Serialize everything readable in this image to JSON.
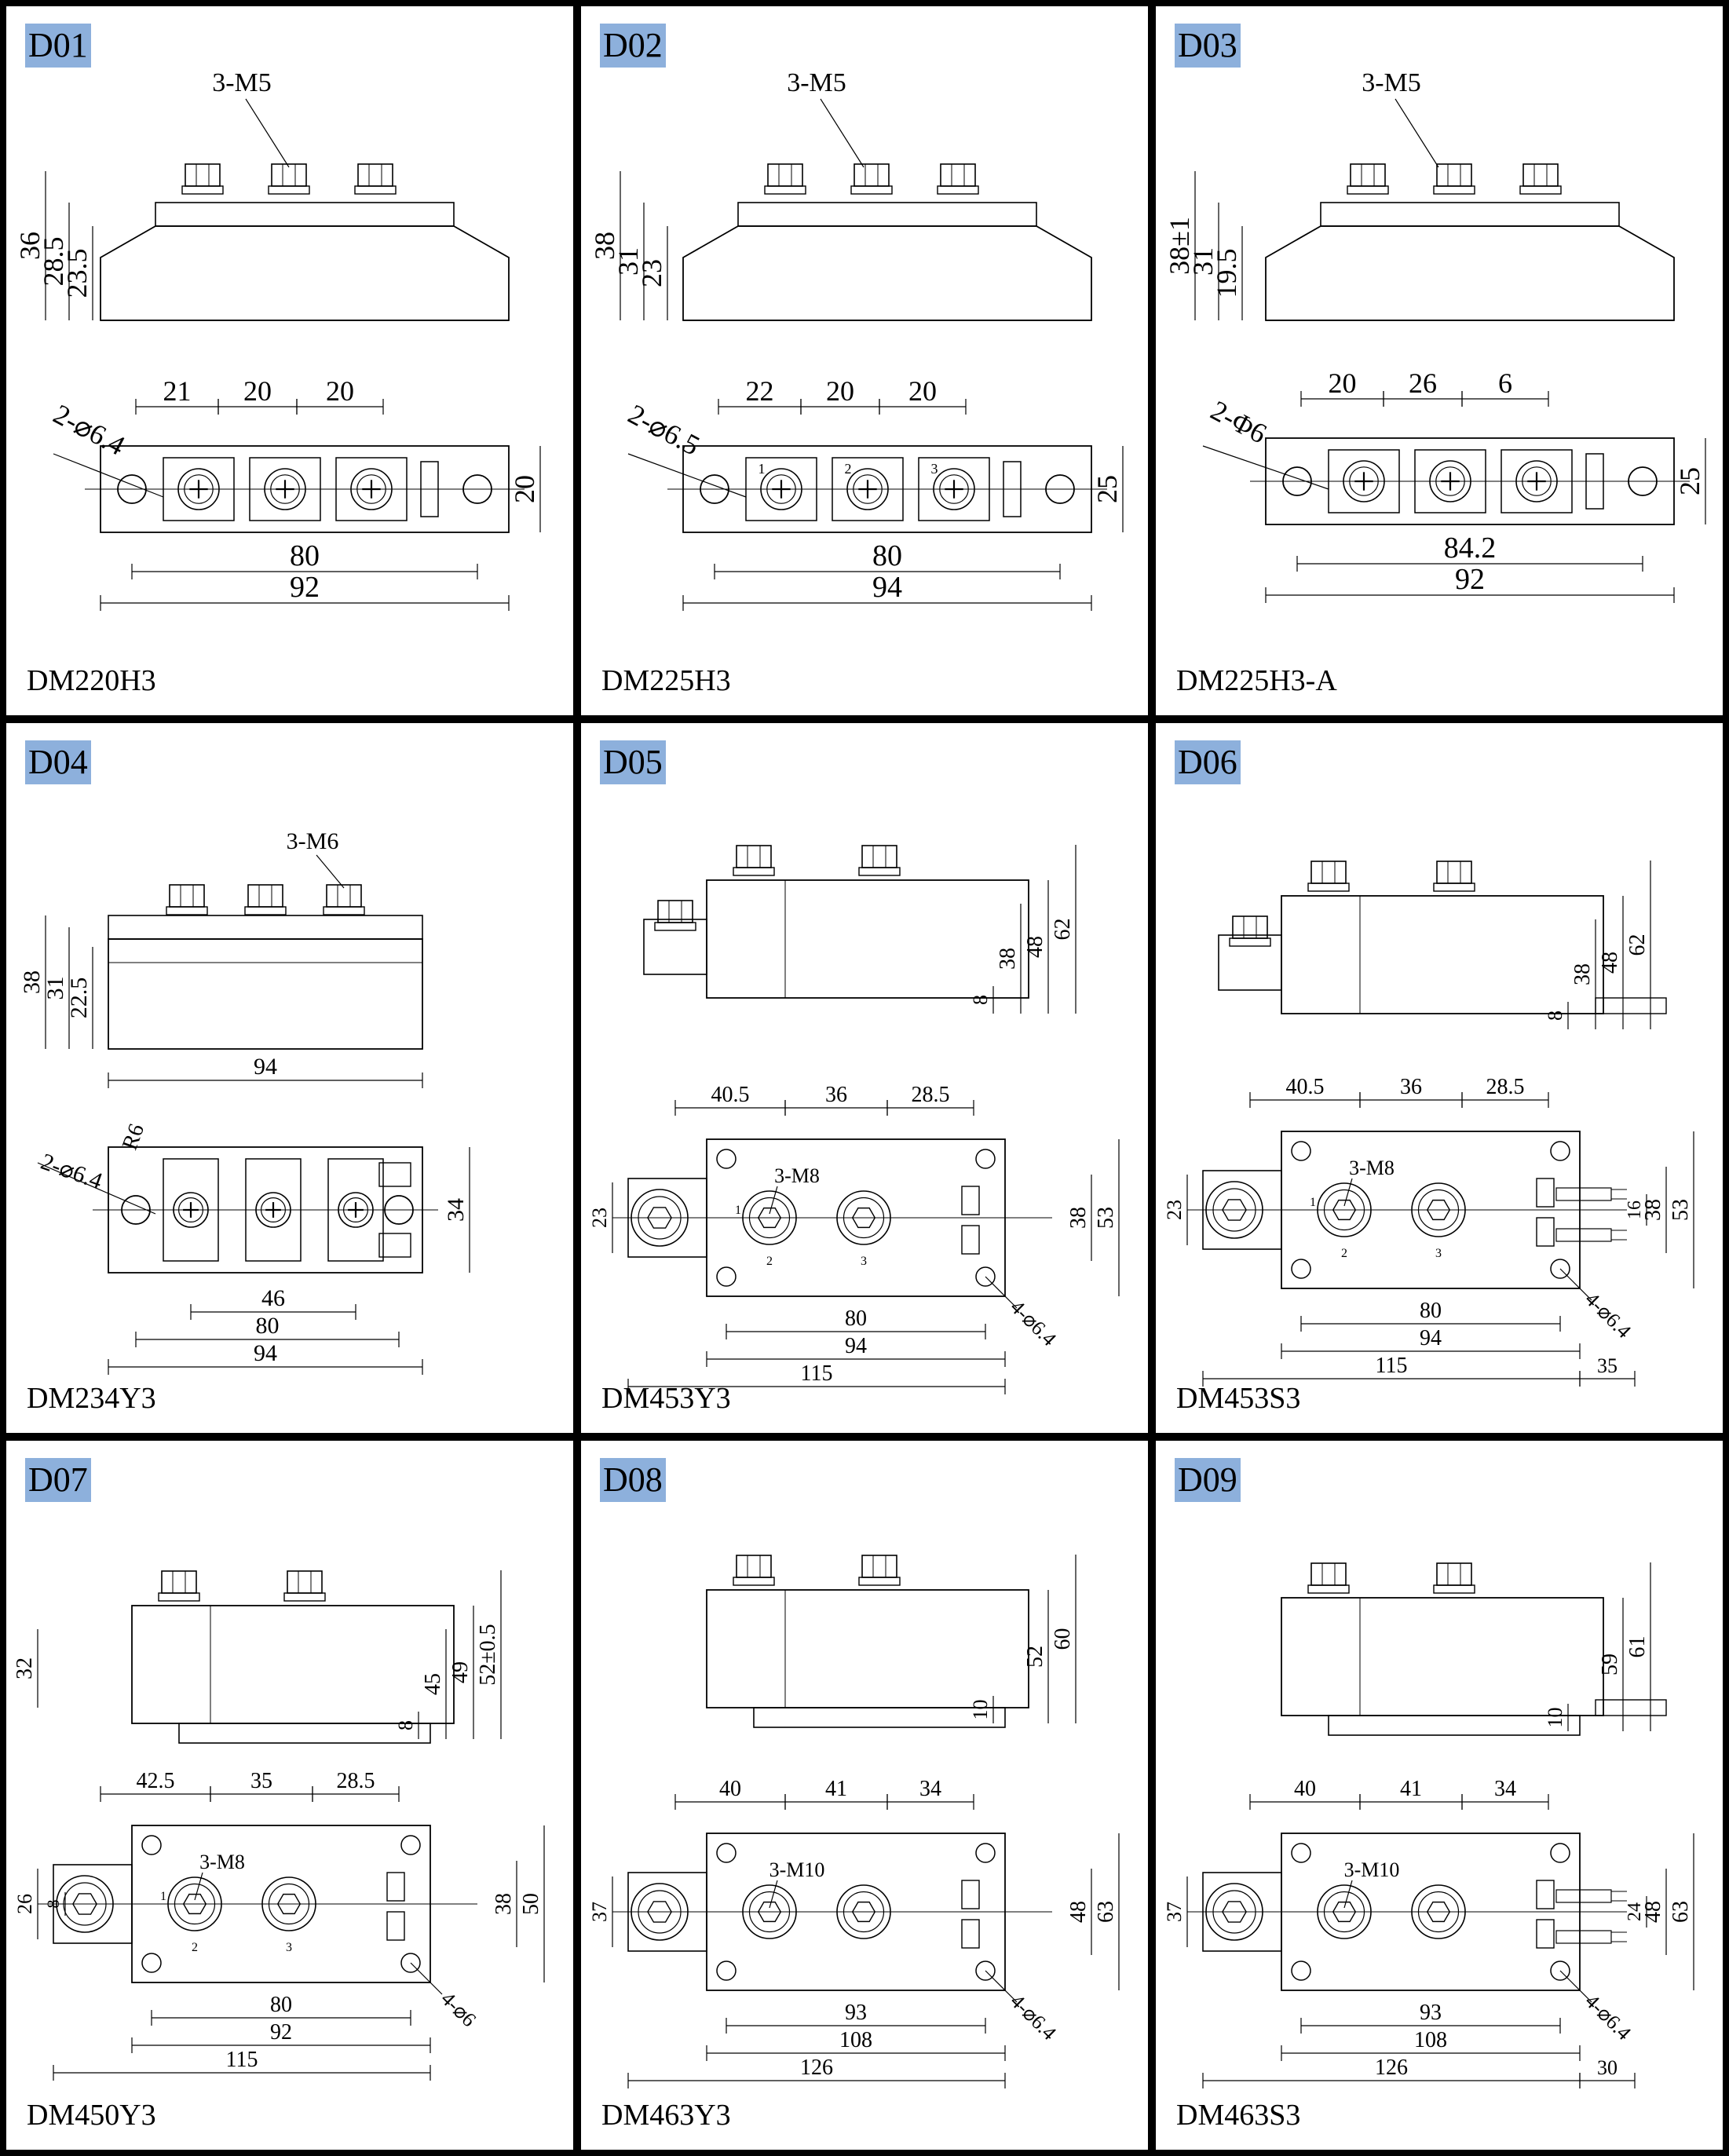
{
  "cells": [
    {
      "code": "D01",
      "model": "DM220H3",
      "labels": {
        "thread": "3-M5",
        "h1": "36",
        "h2": "28.5",
        "h3": "23.5",
        "d1": "21",
        "d2": "20",
        "d3": "20",
        "hole": "2-⌀6.4",
        "w": "20",
        "span": "80",
        "total": "92"
      }
    },
    {
      "code": "D02",
      "model": "DM225H3",
      "labels": {
        "thread": "3-M5",
        "h1": "38",
        "h2": "31",
        "h3": "23",
        "d1": "22",
        "d2": "20",
        "d3": "20",
        "hole": "2-⌀6.5",
        "w": "25",
        "span": "80",
        "total": "94",
        "n1": "1",
        "n2": "2",
        "n3": "3"
      }
    },
    {
      "code": "D03",
      "model": "DM225H3-A",
      "labels": {
        "thread": "3-M5",
        "h1": "38±1",
        "h2": "31",
        "h3": "19.5",
        "d1": "20",
        "d2": "26",
        "d3": "6",
        "hole": "2-Φ6",
        "w": "25",
        "span": "84.2",
        "total": "92"
      }
    },
    {
      "code": "D04",
      "model": "DM234Y3",
      "labels": {
        "thread": "3-M6",
        "h1": "38",
        "h2": "31",
        "h3": "22.5",
        "side": "94",
        "r": "R6",
        "hole": "2-⌀6.4",
        "w": "34",
        "d1": "46",
        "span": "80",
        "total": "94"
      }
    },
    {
      "code": "D05",
      "model": "DM453Y3",
      "labels": {
        "h1": "62",
        "h2": "48",
        "h3": "38",
        "h4": "8",
        "d1": "40.5",
        "d2": "36",
        "d3": "28.5",
        "thread": "3-M8",
        "left": "23",
        "w1": "38",
        "w2": "53",
        "n1": "1",
        "n2": "2",
        "n3": "3",
        "span": "80",
        "mid": "94",
        "total": "115",
        "hole": "4-⌀6.4"
      }
    },
    {
      "code": "D06",
      "model": "DM453S3",
      "labels": {
        "h1": "62",
        "h2": "48",
        "h3": "38",
        "h4": "8",
        "d1": "40.5",
        "d2": "36",
        "d3": "28.5",
        "thread": "3-M8",
        "left": "23",
        "w0": "16",
        "w1": "38",
        "w2": "53",
        "n1": "1",
        "n2": "2",
        "n3": "3",
        "span": "80",
        "mid": "94",
        "total": "115",
        "ext": "35",
        "hole": "4-⌀6.4"
      }
    },
    {
      "code": "D07",
      "model": "DM450Y3",
      "labels": {
        "h0": "32",
        "h1": "52±0.5",
        "h2": "49",
        "h3": "45",
        "h4": "8",
        "d1": "42.5",
        "d2": "35",
        "d3": "28.5",
        "thread": "3-M8",
        "l1": "26",
        "l2": "8",
        "w1": "38",
        "w2": "50",
        "n1": "1",
        "n2": "2",
        "n3": "3",
        "span": "80",
        "mid": "92",
        "total": "115",
        "hole": "4-⌀6"
      }
    },
    {
      "code": "D08",
      "model": "DM463Y3",
      "labels": {
        "h1": "60",
        "h2": "52",
        "h4": "10",
        "d1": "40",
        "d2": "41",
        "d3": "34",
        "thread": "3-M10",
        "left": "37",
        "w1": "48",
        "w2": "63",
        "span": "93",
        "mid": "108",
        "total": "126",
        "hole": "4-⌀6.4"
      }
    },
    {
      "code": "D09",
      "model": "DM463S3",
      "labels": {
        "h1": "61",
        "h2": "59",
        "h4": "10",
        "d1": "40",
        "d2": "41",
        "d3": "34",
        "thread": "3-M10",
        "left": "37",
        "w0": "24",
        "w1": "48",
        "w2": "63",
        "span": "93",
        "mid": "108",
        "total": "126",
        "ext": "30",
        "hole": "4-⌀6.4"
      }
    }
  ]
}
